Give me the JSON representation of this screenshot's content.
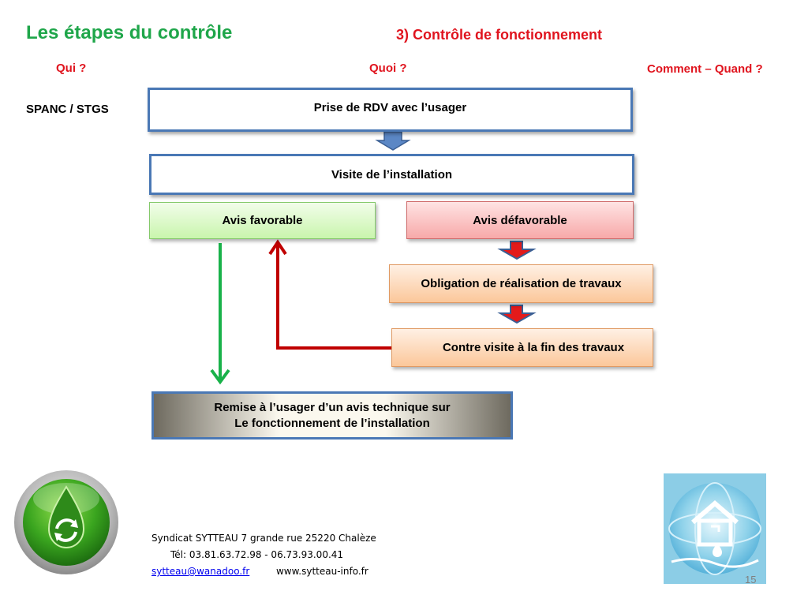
{
  "header": {
    "title": "Les étapes du contrôle",
    "subtitle": "3)  Contrôle de fonctionnement"
  },
  "columns": {
    "who": "Qui ?",
    "what": "Quoi ?",
    "how_when": "Comment – Quand ?"
  },
  "actor": "SPANC / STGS",
  "steps": {
    "rdv": "Prise de RDV avec l’usager",
    "visit": "Visite de l’installation",
    "favorable": "Avis favorable",
    "unfavorable": "Avis défavorable",
    "works": "Obligation de réalisation de travaux",
    "revisit": "Contre visite à la fin des travaux",
    "final_line1": "Remise à l’usager d’un avis technique sur",
    "final_line2": "Le fonctionnement de l’installation"
  },
  "footer": {
    "address": "Syndicat SYTTEAU 7 grande rue 25220 Chalèze",
    "phones": "Tél: 03.81.63.72.98  -   06.73.93.00.41",
    "email": "sytteau@wanadoo.fr",
    "website": "www.sytteau-info.fr"
  },
  "page_number": "15",
  "colors": {
    "title_green": "#1fa64a",
    "accent_red": "#e0141e",
    "box_border_blue": "#4a78b5",
    "arrow_green": "#19b24a",
    "arrow_red": "#c00000"
  },
  "icons": {
    "left_logo": "green-water-drop-recycle-logo",
    "right_logo": "house-water-tap-globe-logo"
  }
}
